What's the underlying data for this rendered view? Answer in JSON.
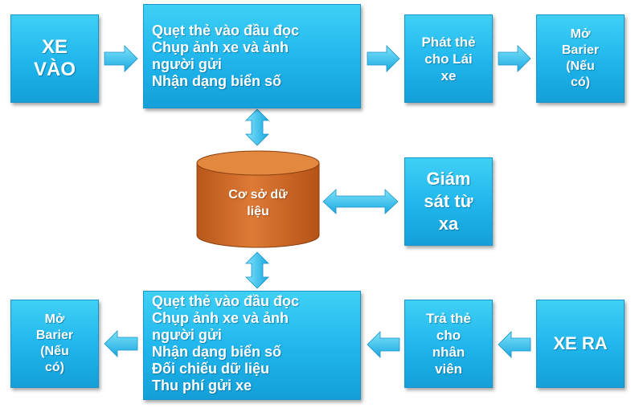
{
  "entry": {
    "start_label": "XE\nVÀO",
    "process_lines": [
      "Quẹt thẻ vào đầu đọc",
      "Chụp ảnh xe và ảnh",
      "người gửi",
      "Nhận dạng biển số"
    ],
    "issue_card_label": "Phát thẻ\ncho Lái\nxe",
    "open_barrier_label": "Mở\nBarier\n(Nếu\ncó)"
  },
  "database": {
    "label": "Cơ sở dữ\nliệu"
  },
  "monitor": {
    "label": "Giám\nsát từ\nxa"
  },
  "exit": {
    "start_label": "XE RA",
    "return_card_label": "Trả thẻ\ncho\nnhân\nviên",
    "process_lines": [
      "Quẹt thẻ vào đầu đọc",
      "Chụp ảnh xe và ảnh",
      "người gửi",
      "Nhận dạng biển số",
      "Đối chiếu dữ liệu",
      "Thu phí gửi xe"
    ],
    "open_barrier_label": "Mở\nBarier\n(Nếu\ncó)"
  },
  "colors": {
    "box": "#1fb5ec",
    "database": "#d2691e",
    "arrow": "#3cc6f2"
  }
}
